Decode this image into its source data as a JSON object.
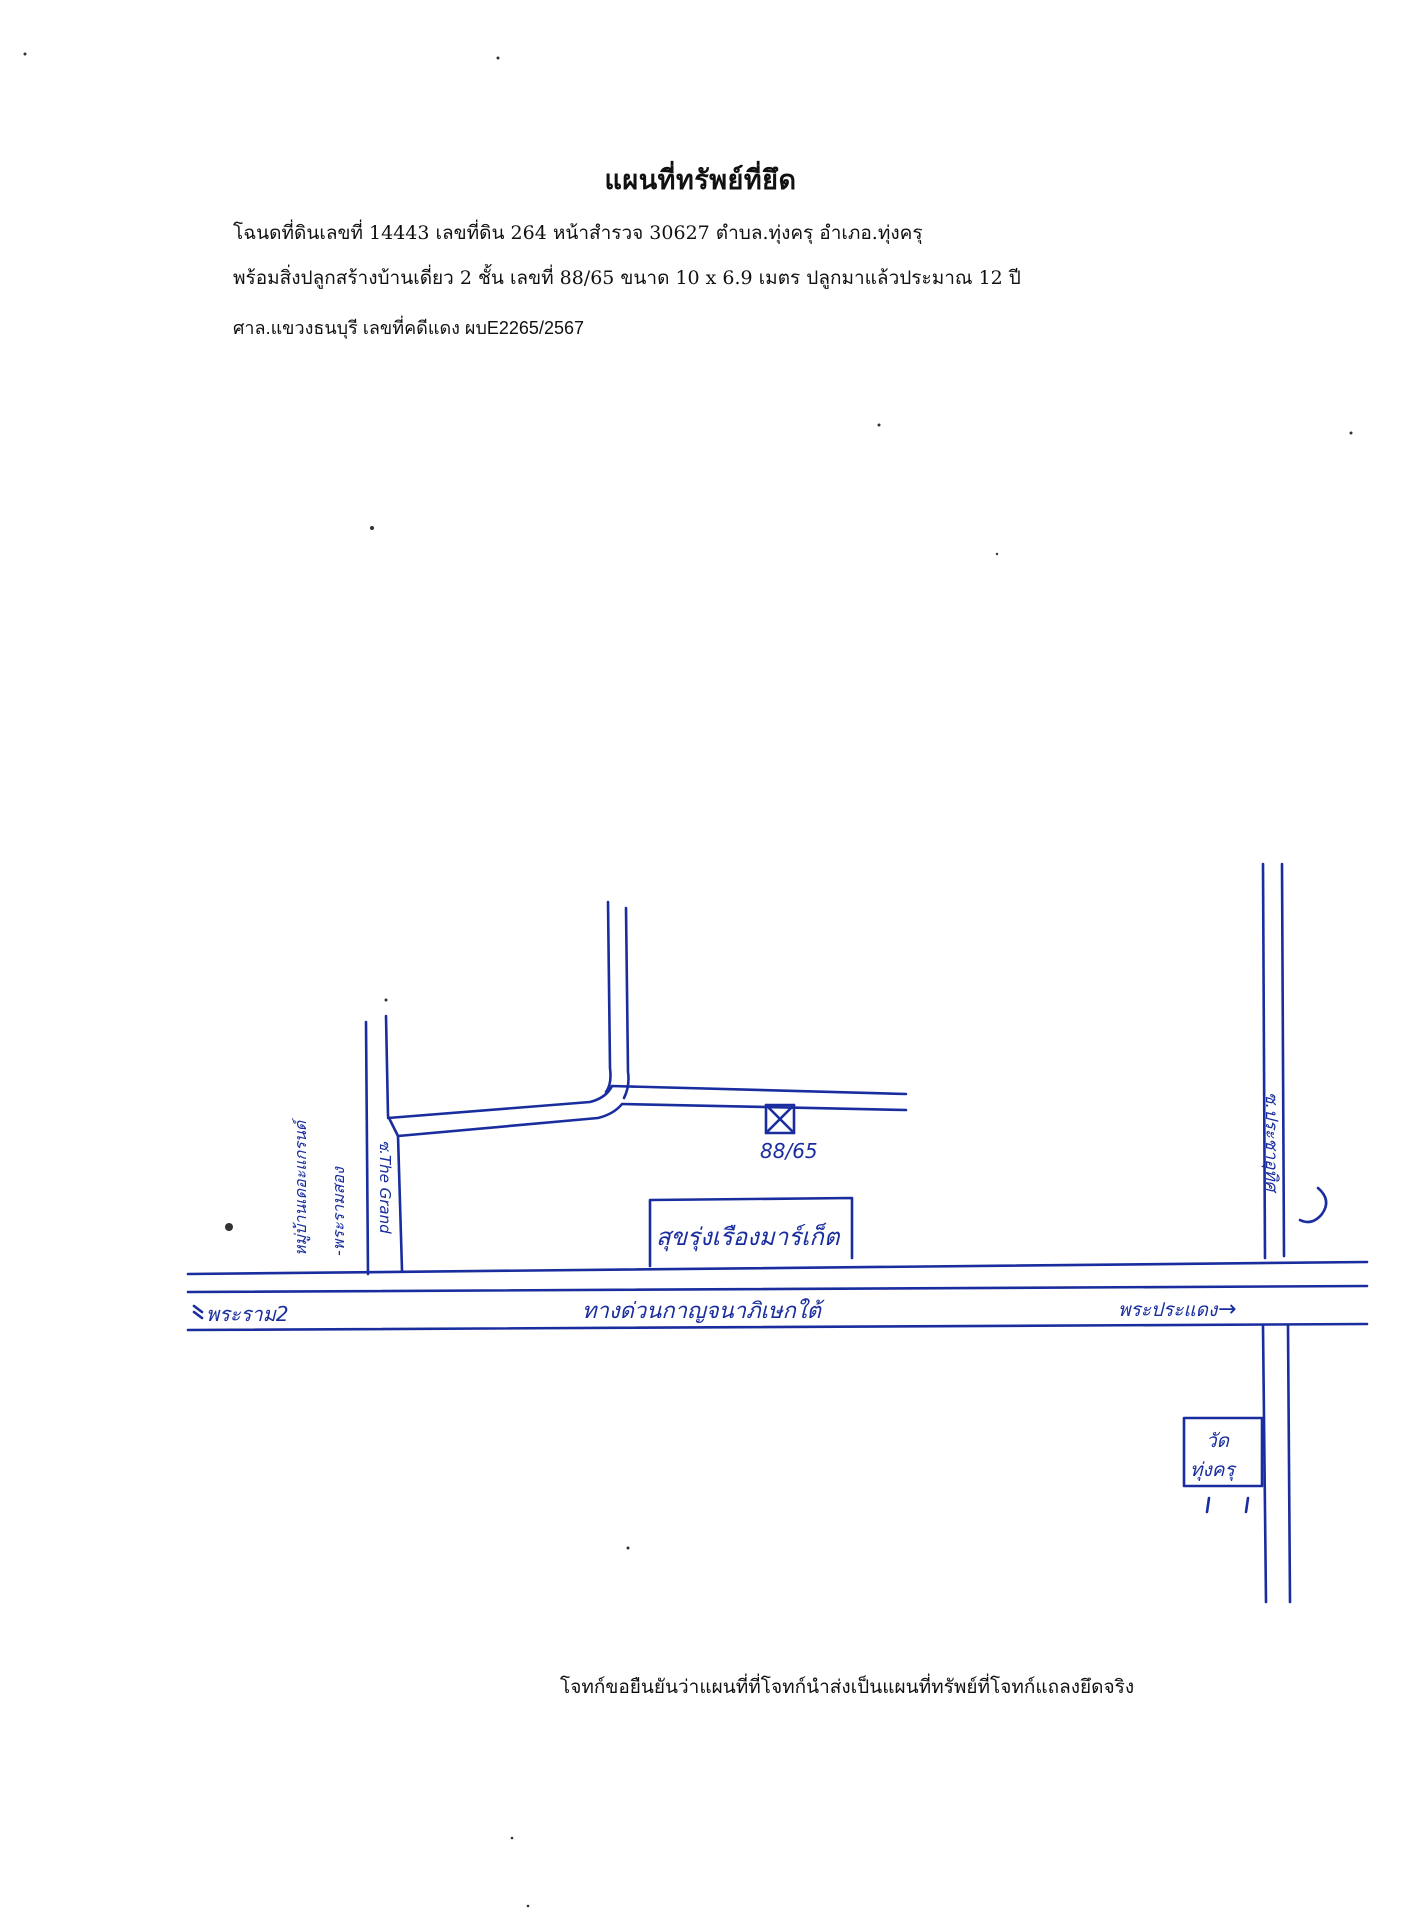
{
  "document": {
    "title": "แผนที่ทรัพย์ที่ยึด",
    "line1": "โฉนดที่ดินเลขที่ 14443  เลขที่ดิน 264  หน้าสำรวจ 30627  ตำบล.ทุ่งครุ อำเภอ.ทุ่งครุ",
    "line2": "พร้อมสิ่งปลูกสร้างบ้านเดี่ยว 2 ชั้น เลขที่  88/65  ขนาด 10  x 6.9  เมตร  ปลูกมาแล้วประมาณ 12 ปี",
    "line3": "ศาล.แขวงธนบุรี  เลขที่คดีแดง ผบE2265/2567",
    "footer": "โจทก์ขอยืนยันว่าแผนที่ที่โจทก์นำส่งเป็นแผนที่ทรัพย์ที่โจทก์แถลงยึดจริง"
  },
  "map": {
    "ink_color": "#1a2d9e",
    "house_number": "88/65",
    "landmark_market": "สุขรุ่งเรืองมาร์เก็ต",
    "main_road": "ทางด่วนกาญจนาภิเษกใต้",
    "direction_west": "พระราม2",
    "direction_east": "พระประแดง",
    "side_road_left": "ซ.The Grand",
    "left_label_line1": "หมู่บ้านเดอะแกรนด์",
    "left_label_line2": "-พระรามสอง",
    "side_road_right": "ซ.ประชาอุทิศ",
    "temple_line1": "วัด",
    "temple_line2": "ทุ่งครุ"
  }
}
